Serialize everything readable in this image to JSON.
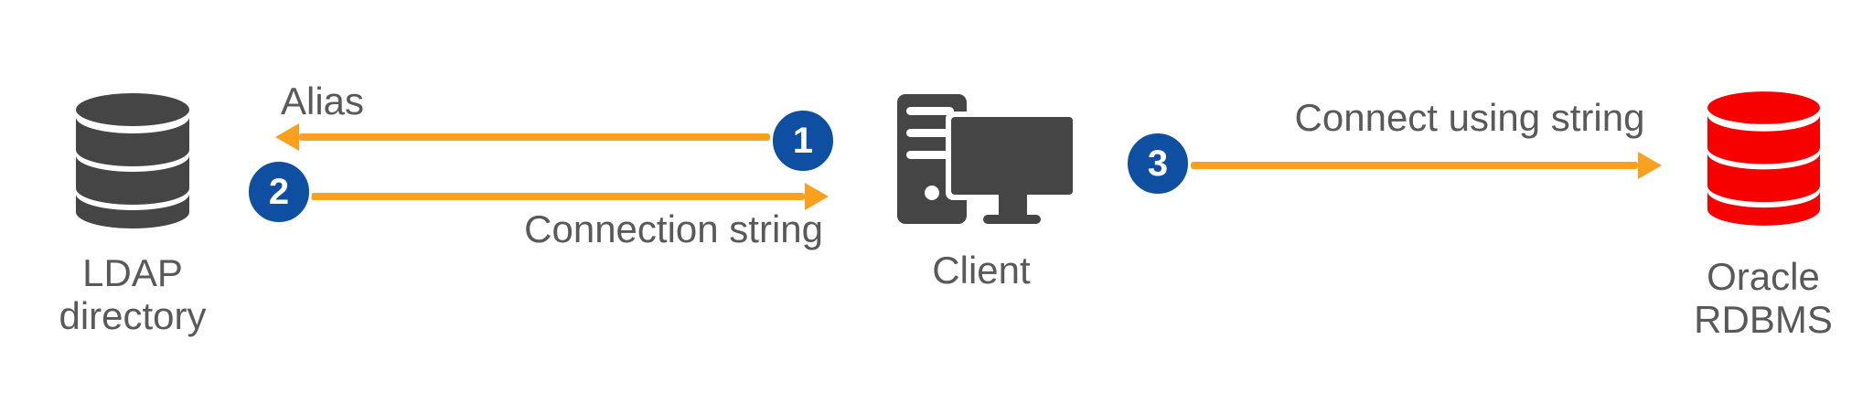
{
  "diagram": {
    "colors": {
      "arrow_orange": "#F9A01F",
      "badge_blue": "#0E4FA1",
      "icon_gray": "#454545",
      "icon_red": "#F60000",
      "text_gray": "#595959"
    },
    "nodes": [
      {
        "id": "ldap",
        "icon": "database-icon",
        "label": "LDAP directory",
        "label_lines": [
          "LDAP",
          "directory"
        ]
      },
      {
        "id": "client",
        "icon": "desktop-computer-icon",
        "label": "Client"
      },
      {
        "id": "oracle",
        "icon": "database-icon",
        "label": "Oracle RDBMS",
        "label_lines": [
          "Oracle",
          "RDBMS"
        ]
      }
    ],
    "flows": [
      {
        "step": "1",
        "label": "Alias",
        "from": "client",
        "to": "ldap",
        "direction": "left"
      },
      {
        "step": "2",
        "label": "Connection string",
        "from": "ldap",
        "to": "client",
        "direction": "right"
      },
      {
        "step": "3",
        "label": "Connect using string",
        "from": "client",
        "to": "oracle",
        "direction": "right"
      }
    ]
  }
}
